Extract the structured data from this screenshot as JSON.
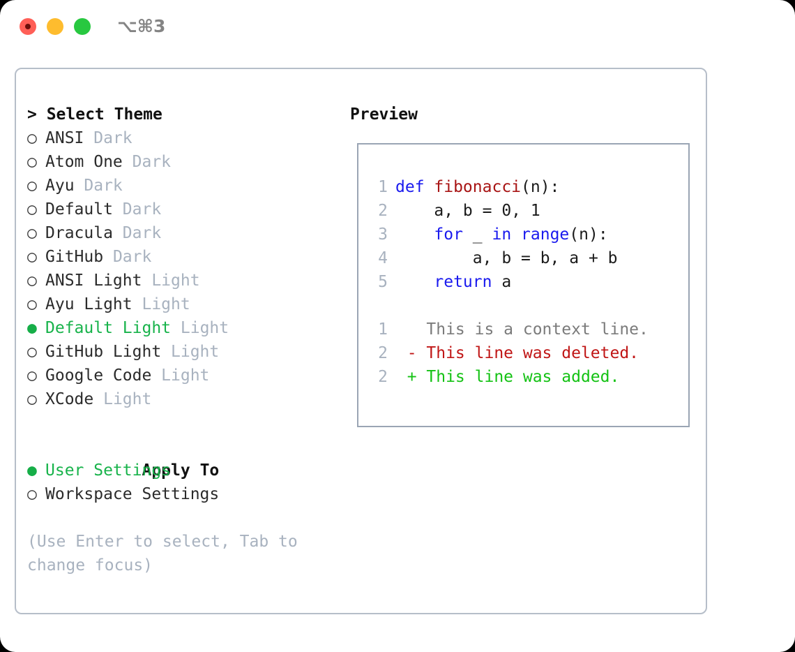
{
  "window": {
    "title": "⌥⌘3",
    "controls": [
      {
        "name": "close",
        "color": "#ff5f57"
      },
      {
        "name": "minimize",
        "color": "#febc2e"
      },
      {
        "name": "maximize",
        "color": "#28c840"
      }
    ]
  },
  "theme_picker": {
    "header": "> Select Theme",
    "bullet_selected": "●",
    "bullet_unselected": "○",
    "accent_color": "#18b34b",
    "tag_color": "#a8b2bf",
    "items": [
      {
        "label": "ANSI",
        "tag": "Dark",
        "selected": false
      },
      {
        "label": "Atom One",
        "tag": "Dark",
        "selected": false
      },
      {
        "label": "Ayu",
        "tag": "Dark",
        "selected": false
      },
      {
        "label": "Default",
        "tag": "Dark",
        "selected": false
      },
      {
        "label": "Dracula",
        "tag": "Dark",
        "selected": false
      },
      {
        "label": "GitHub",
        "tag": "Dark",
        "selected": false
      },
      {
        "label": "ANSI Light",
        "tag": "Light",
        "selected": false
      },
      {
        "label": "Ayu Light",
        "tag": "Light",
        "selected": false
      },
      {
        "label": "Default Light",
        "tag": "Light",
        "selected": true
      },
      {
        "label": "GitHub Light",
        "tag": "Light",
        "selected": false
      },
      {
        "label": "Google Code",
        "tag": "Light",
        "selected": false
      },
      {
        "label": "XCode",
        "tag": "Light",
        "selected": false
      }
    ]
  },
  "apply_to": {
    "header": "Apply To",
    "items": [
      {
        "label": "User Settings",
        "selected": true
      },
      {
        "label": "Workspace Settings",
        "selected": false
      }
    ]
  },
  "hint": "(Use Enter to select, Tab to change focus)",
  "preview": {
    "title": "Preview",
    "code_lines": [
      {
        "number": "1",
        "tokens": [
          {
            "text": "def ",
            "style": "kw"
          },
          {
            "text": "fibonacci",
            "style": "fnname"
          },
          {
            "text": "(n):",
            "style": "plain"
          }
        ]
      },
      {
        "number": "2",
        "tokens": [
          {
            "text": "    a, b = 0, 1",
            "style": "plain"
          }
        ]
      },
      {
        "number": "3",
        "tokens": [
          {
            "text": "    ",
            "style": "plain"
          },
          {
            "text": "for",
            "style": "kw"
          },
          {
            "text": " _ ",
            "style": "plain"
          },
          {
            "text": "in",
            "style": "kw"
          },
          {
            "text": " ",
            "style": "plain"
          },
          {
            "text": "range",
            "style": "kw"
          },
          {
            "text": "(n):",
            "style": "plain"
          }
        ]
      },
      {
        "number": "4",
        "tokens": [
          {
            "text": "        a, b = b, a + b",
            "style": "plain"
          }
        ]
      },
      {
        "number": "5",
        "tokens": [
          {
            "text": "    ",
            "style": "plain"
          },
          {
            "text": "return",
            "style": "kw"
          },
          {
            "text": " a",
            "style": "plain"
          }
        ]
      }
    ],
    "diff_lines": [
      {
        "number": "1",
        "marker": " ",
        "text": "This is a context line.",
        "style": "diff-ctx"
      },
      {
        "number": "2",
        "marker": "-",
        "text": "This line was deleted.",
        "style": "diff-del"
      },
      {
        "number": "2",
        "marker": "+",
        "text": "This line was added.",
        "style": "diff-add"
      }
    ]
  }
}
